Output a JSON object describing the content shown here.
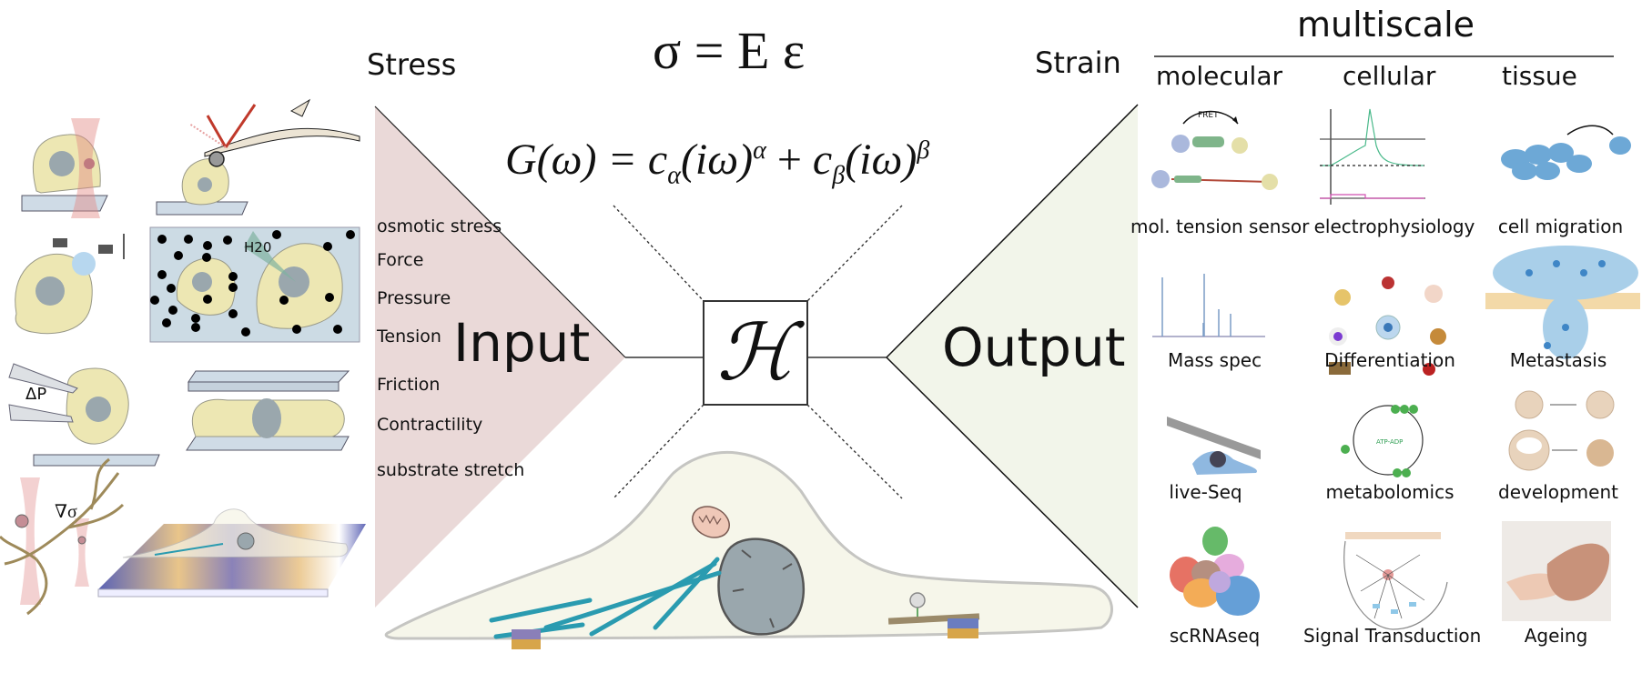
{
  "header": {
    "stress_label": "Stress",
    "strain_label": "Strain",
    "hooke_law": "σ = E ε",
    "multiscale_title": "multiscale",
    "scales": [
      "molecular",
      "cellular",
      "tissue"
    ]
  },
  "model": {
    "formula_lhs": "G(ω) = ",
    "formula_term1_coef": "c",
    "formula_term1_sub": "α",
    "formula_term1_base": "(iω)",
    "formula_term1_exp": "α",
    "formula_plus": " + ",
    "formula_term2_coef": "c",
    "formula_term2_sub": "β",
    "formula_term2_base": "(iω)",
    "formula_term2_exp": "β",
    "operator_symbol": "ℋ",
    "input_label": "Input",
    "output_label": "Output",
    "colors": {
      "input_fill": "#ead9d8",
      "output_fill": "#f2f5ea",
      "cell_fill": "#f6f6ea",
      "nucleus": "#9aa7ad",
      "actin": "#2a9bb0"
    }
  },
  "input_stimuli": [
    "osmotic stress",
    "Force",
    "Pressure",
    "Tension",
    "Friction",
    "Contractility",
    "substrate stretch"
  ],
  "techniques": {
    "osmotic_label": "H20",
    "aspiration_label": "ΔP",
    "gradient_label": "∇σ"
  },
  "outputs": {
    "molecular": [
      "mol. tension sensor",
      "Mass spec",
      "live-Seq",
      "scRNAseq"
    ],
    "cellular": [
      "electrophysiology",
      "Differentiation",
      "metabolomics",
      "Signal Transduction"
    ],
    "tissue": [
      "cell migration",
      "Metastasis",
      "development",
      "Ageing"
    ],
    "fret_label": "FRET"
  }
}
